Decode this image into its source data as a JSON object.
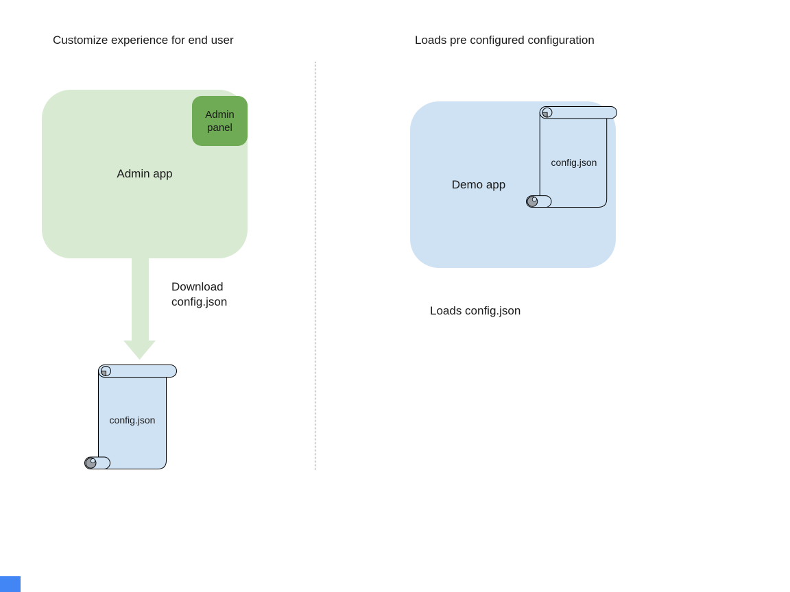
{
  "left_section": {
    "title": "Customize experience for end user",
    "admin_app_label": "Admin app",
    "admin_panel_label": "Admin panel",
    "arrow_label": "Download config.json",
    "config_file_label": "config.json"
  },
  "right_section": {
    "title": "Loads pre configured configuration",
    "demo_app_label": "Demo app",
    "config_file_label": "config.json",
    "caption": "Loads config.json"
  },
  "colors": {
    "app_box_green": "#d9ead3",
    "admin_panel_green": "#6faa54",
    "app_box_blue": "#cfe2f3",
    "scroll_fill_blue": "#cfe2f3",
    "scroll_curl_gray": "#9aa0a6",
    "arrow_green": "#d9ead3",
    "divider_gray": "#8c8c8c",
    "text_dark": "#1a1a1a",
    "corner_square_blue": "#4285f4"
  },
  "icons": {
    "left_config_file": "scroll-icon",
    "right_config_file": "scroll-icon",
    "arrow": "down-arrow-icon"
  }
}
